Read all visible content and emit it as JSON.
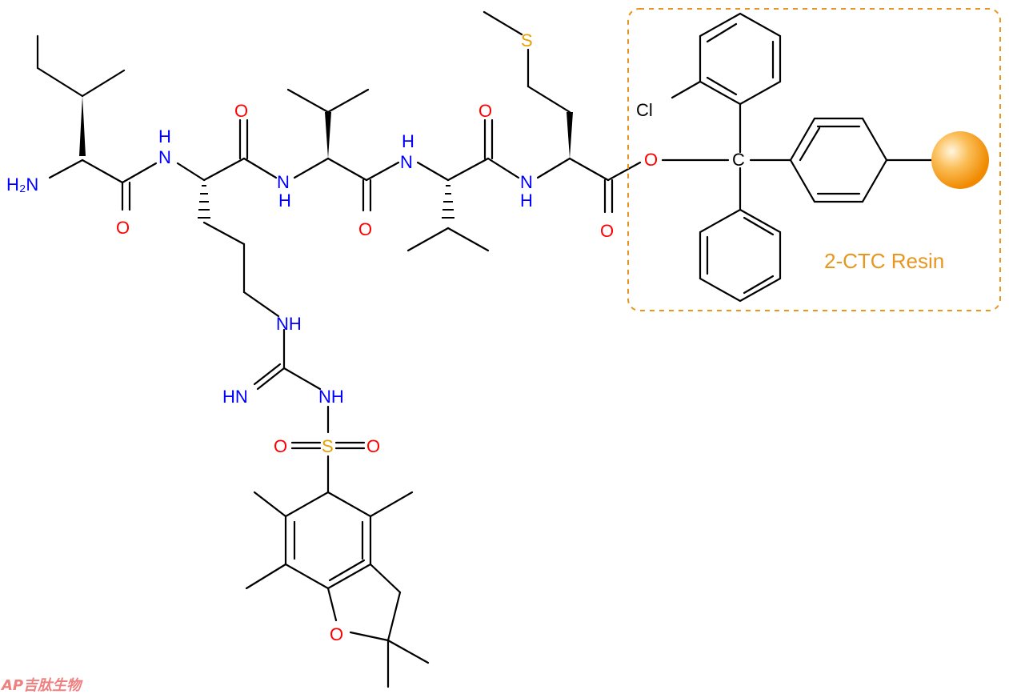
{
  "labels": {
    "h2n": "H₂N",
    "nh1": "H",
    "n1": "N",
    "o1": "O",
    "o2": "O",
    "n2": "N",
    "h2": "H",
    "o3": "O",
    "nh3_n": "N",
    "nh3_h": "H",
    "o4": "O",
    "n4": "N",
    "h4": "H",
    "o5": "O",
    "ester_o": "O",
    "carbon_c": "C",
    "s_met": "S",
    "cl": "Cl",
    "nh_guan1": "NH",
    "hn_guan": "HN",
    "nh_guan2": "NH",
    "s_sulf": "S",
    "o_sulf_l": "O",
    "o_sulf_r": "O",
    "o_furan": "O"
  },
  "resin": {
    "label": "2-CTC Resin",
    "color": "#e8961e"
  },
  "watermark": "AP吉肽生物",
  "colors": {
    "nitrogen": "#0000ff",
    "oxygen": "#ff0000",
    "sulfur": "#e6a000",
    "bond": "#000000",
    "bead": "#f7a227"
  }
}
